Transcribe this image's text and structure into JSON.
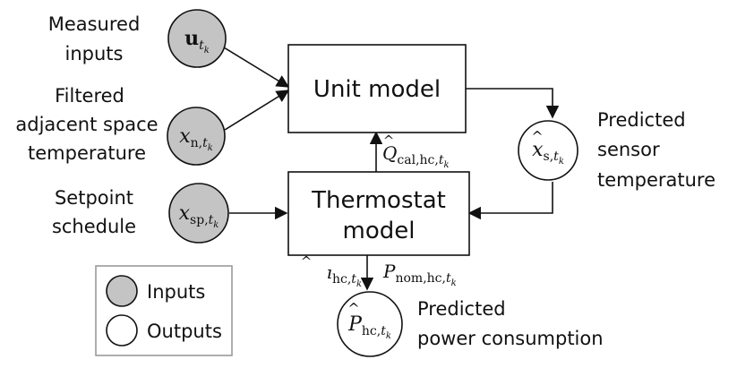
{
  "labels": {
    "measured_inputs_line1": "Measured",
    "measured_inputs_line2": "inputs",
    "filtered_line1": "Filtered",
    "filtered_line2": "adjacent space",
    "filtered_line3": "temperature",
    "setpoint_line1": "Setpoint",
    "setpoint_line2": "schedule",
    "predicted_sensor_line1": "Predicted",
    "predicted_sensor_line2": "sensor",
    "predicted_sensor_line3": "temperature",
    "predicted_power_line1": "Predicted",
    "predicted_power_line2": "power consumption"
  },
  "blocks": {
    "unit_model": "Unit model",
    "thermostat_model_line1": "Thermostat",
    "thermostat_model_line2": "model"
  },
  "symbols": {
    "u": {
      "base": "u",
      "sub": "t",
      "subsub": "k"
    },
    "xn": {
      "base": "x",
      "sub": "n,",
      "sub2": "t",
      "subsub": "k"
    },
    "xsp": {
      "base": "x",
      "sub": "sp,",
      "sub2": "t",
      "subsub": "k"
    },
    "xs": {
      "hat": "^",
      "base": "x",
      "sub": "s,",
      "sub2": "t",
      "subsub": "k"
    },
    "qcal": {
      "hat": "^",
      "base": "Q",
      "sub": "cal,hc,",
      "sub2": "t",
      "subsub": "k"
    },
    "ihc": {
      "hat": "^",
      "base": "ı",
      "sub": "hc,",
      "sub2": "t",
      "subsub": "k"
    },
    "pnom": {
      "base": "P",
      "sub": "nom,hc,",
      "sub2": "t",
      "subsub": "k"
    },
    "phc": {
      "hat": "^",
      "base": "P",
      "sub": "hc,",
      "sub2": "t",
      "subsub": "k"
    }
  },
  "legend": {
    "inputs": "Inputs",
    "outputs": "Outputs"
  },
  "colors": {
    "input_node_fill": "#c4c4c4",
    "output_node_fill": "#ffffff",
    "stroke": "#111111"
  }
}
